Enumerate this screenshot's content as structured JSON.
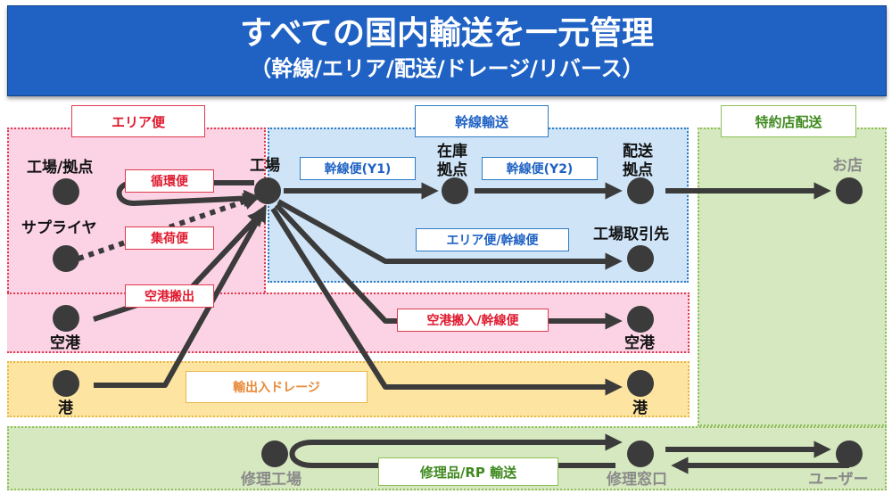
{
  "header": {
    "title": "すべての国内輸送を一元管理",
    "subtitle": "（幹線/エリア/配送/ドレージ/リバース）"
  },
  "regions": {
    "area": "エリア便",
    "trunk": "幹線輸送",
    "special": "特約店配送",
    "drayage": "輸出入ドレージ",
    "repair": "修理品/RP 輸送"
  },
  "edge_labels": {
    "junkan": "循環便",
    "shuka": "集荷便",
    "kuko_hanshutsu": "空港搬出",
    "trunk_y1": "幹線便(Y1)",
    "trunk_y2": "幹線便(Y2)",
    "area_trunk": "エリア便/幹線便",
    "kuko_hannyu": "空港搬入/幹線便"
  },
  "nodes": {
    "factory_base": "工場/拠点",
    "supplier": "サプライヤ",
    "airport_left": "空港",
    "port_left": "港",
    "factory": "工場",
    "stock_l1": "在庫",
    "stock_l2": "拠点",
    "delivery_l1": "配送",
    "delivery_l2": "拠点",
    "shop": "お店",
    "partner": "工場取引先",
    "airport_right": "空港",
    "port_right": "港",
    "repair_factory": "修理工場",
    "repair_window": "修理窓口",
    "user": "ユーザー"
  },
  "colors": {
    "header": "#1f62c4",
    "area_fill": "#fbd3e4",
    "area_border": "#e03a4e",
    "trunk_fill": "#cfe4f7",
    "trunk_border": "#2e7bc4",
    "special_fill": "#d6e8bf",
    "drayage_fill": "#fde4a0",
    "repair_border": "#8fbf5a",
    "arrow": "#3b3b3b"
  }
}
